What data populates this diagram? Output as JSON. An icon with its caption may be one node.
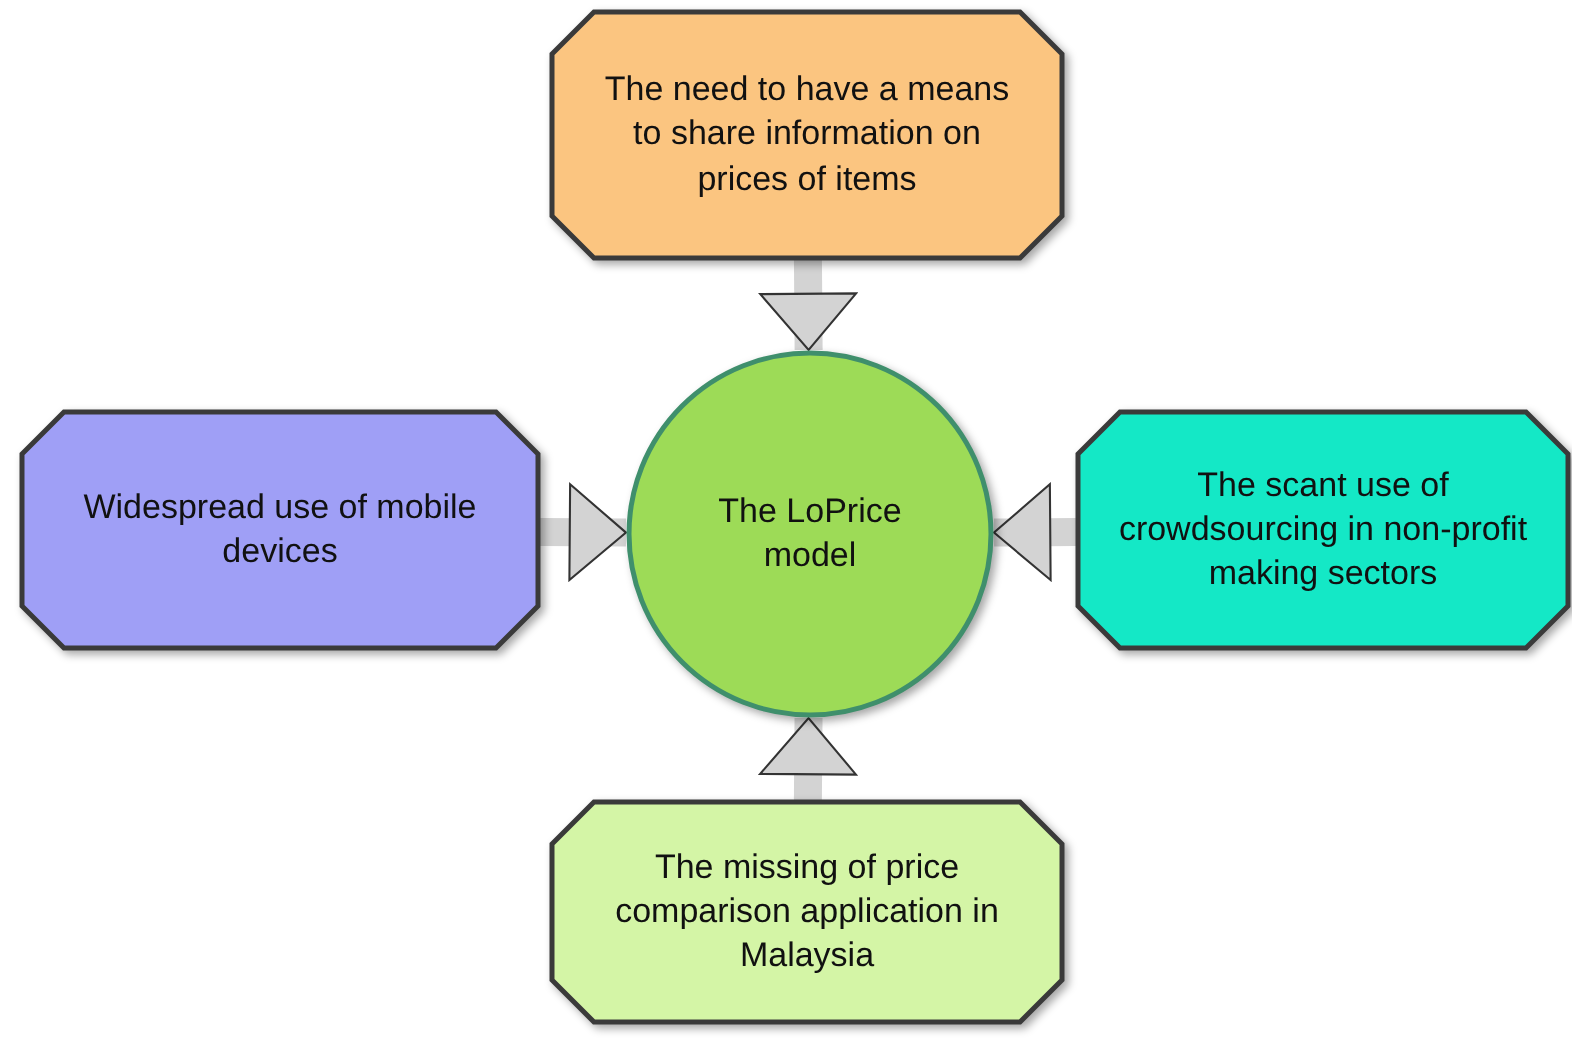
{
  "diagram": {
    "nodes": [
      {
        "text": [
          "The need to have a means to share information on prices of items"
        ]
      },
      {
        "text": [
          "Widespread use of mobile devices"
        ]
      },
      {
        "text": [
          "The LoPrice model"
        ]
      },
      {
        "text": [
          "The scant use of crowdsourcing in non-profit making sectors"
        ]
      },
      {
        "text": [
          "The missing of price comparison application in Malaysia"
        ]
      }
    ],
    "edges": [
      {
        "from": 0,
        "to": 2,
        "arrow": "to"
      },
      {
        "from": 1,
        "to": 2,
        "arrow": "to"
      },
      {
        "from": 3,
        "to": 2,
        "arrow": "to"
      },
      {
        "from": 4,
        "to": 2,
        "arrow": "to"
      }
    ]
  }
}
